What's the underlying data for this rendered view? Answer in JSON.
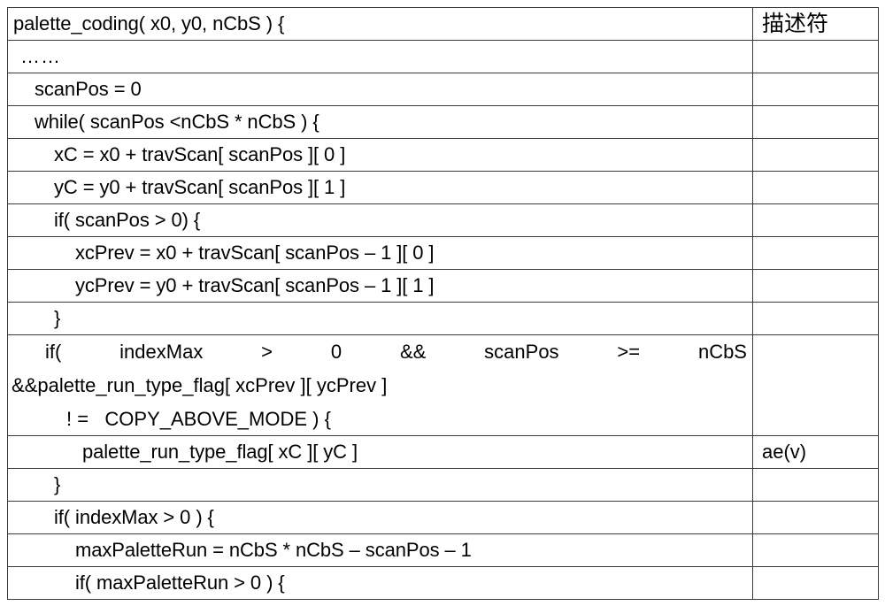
{
  "table": {
    "columns": [
      {
        "name": "syntax",
        "header": ""
      },
      {
        "name": "descriptor",
        "header": "描述符"
      }
    ],
    "rows": [
      {
        "id": "r1",
        "indent": 0,
        "text": "palette_coding( x0, y0, nCbS ) {",
        "descriptor": "描述符",
        "type": "header-row"
      },
      {
        "id": "r2",
        "indent": 0,
        "text": "……",
        "descriptor": "",
        "type": "ellipsis"
      },
      {
        "id": "r3",
        "indent": 1,
        "text": "scanPos = 0",
        "descriptor": "",
        "type": "code"
      },
      {
        "id": "r4",
        "indent": 1,
        "text": "while( scanPos <nCbS * nCbS ) {",
        "descriptor": "",
        "type": "code"
      },
      {
        "id": "r5",
        "indent": 2,
        "text": "xC = x0 + travScan[ scanPos ][ 0 ]",
        "descriptor": "",
        "type": "code"
      },
      {
        "id": "r6",
        "indent": 2,
        "text": "yC = y0 + travScan[ scanPos ][ 1 ]",
        "descriptor": "",
        "type": "code"
      },
      {
        "id": "r7",
        "indent": 2,
        "text": "if( scanPos > 0) {",
        "descriptor": "",
        "type": "code"
      },
      {
        "id": "r8",
        "indent": 3,
        "text": "xcPrev = x0 + travScan[ scanPos – 1 ][ 0 ]",
        "descriptor": "",
        "type": "code"
      },
      {
        "id": "r9",
        "indent": 3,
        "text": "ycPrev = y0 + travScan[ scanPos – 1 ][ 1 ]",
        "descriptor": "",
        "type": "code"
      },
      {
        "id": "r10",
        "indent": 2,
        "text": "}",
        "descriptor": "",
        "type": "code"
      },
      {
        "id": "r11",
        "indent": 2,
        "descriptor": "",
        "type": "condition",
        "line1_tokens": [
          "if(",
          "indexMax",
          ">",
          "0",
          "&&",
          "scanPos",
          ">=",
          "nCbS"
        ],
        "line2": "&&palette_run_type_flag[ xcPrev ][ ycPrev ]",
        "line3": "! =   COPY_ABOVE_MODE ) {"
      },
      {
        "id": "r12",
        "indent": 3,
        "text": "palette_run_type_flag[ xC ][ yC ]",
        "descriptor": "ae(v)",
        "type": "code"
      },
      {
        "id": "r13",
        "indent": 2,
        "text": "}",
        "descriptor": "",
        "type": "code"
      },
      {
        "id": "r14",
        "indent": 2,
        "text": "if( indexMax > 0 ) {",
        "descriptor": "",
        "type": "code"
      },
      {
        "id": "r15",
        "indent": 3,
        "text": "maxPaletteRun = nCbS * nCbS – scanPos – 1",
        "descriptor": "",
        "type": "code"
      },
      {
        "id": "r16",
        "indent": 3,
        "text": "if( maxPaletteRun > 0 ) {",
        "descriptor": "",
        "type": "code"
      }
    ]
  }
}
